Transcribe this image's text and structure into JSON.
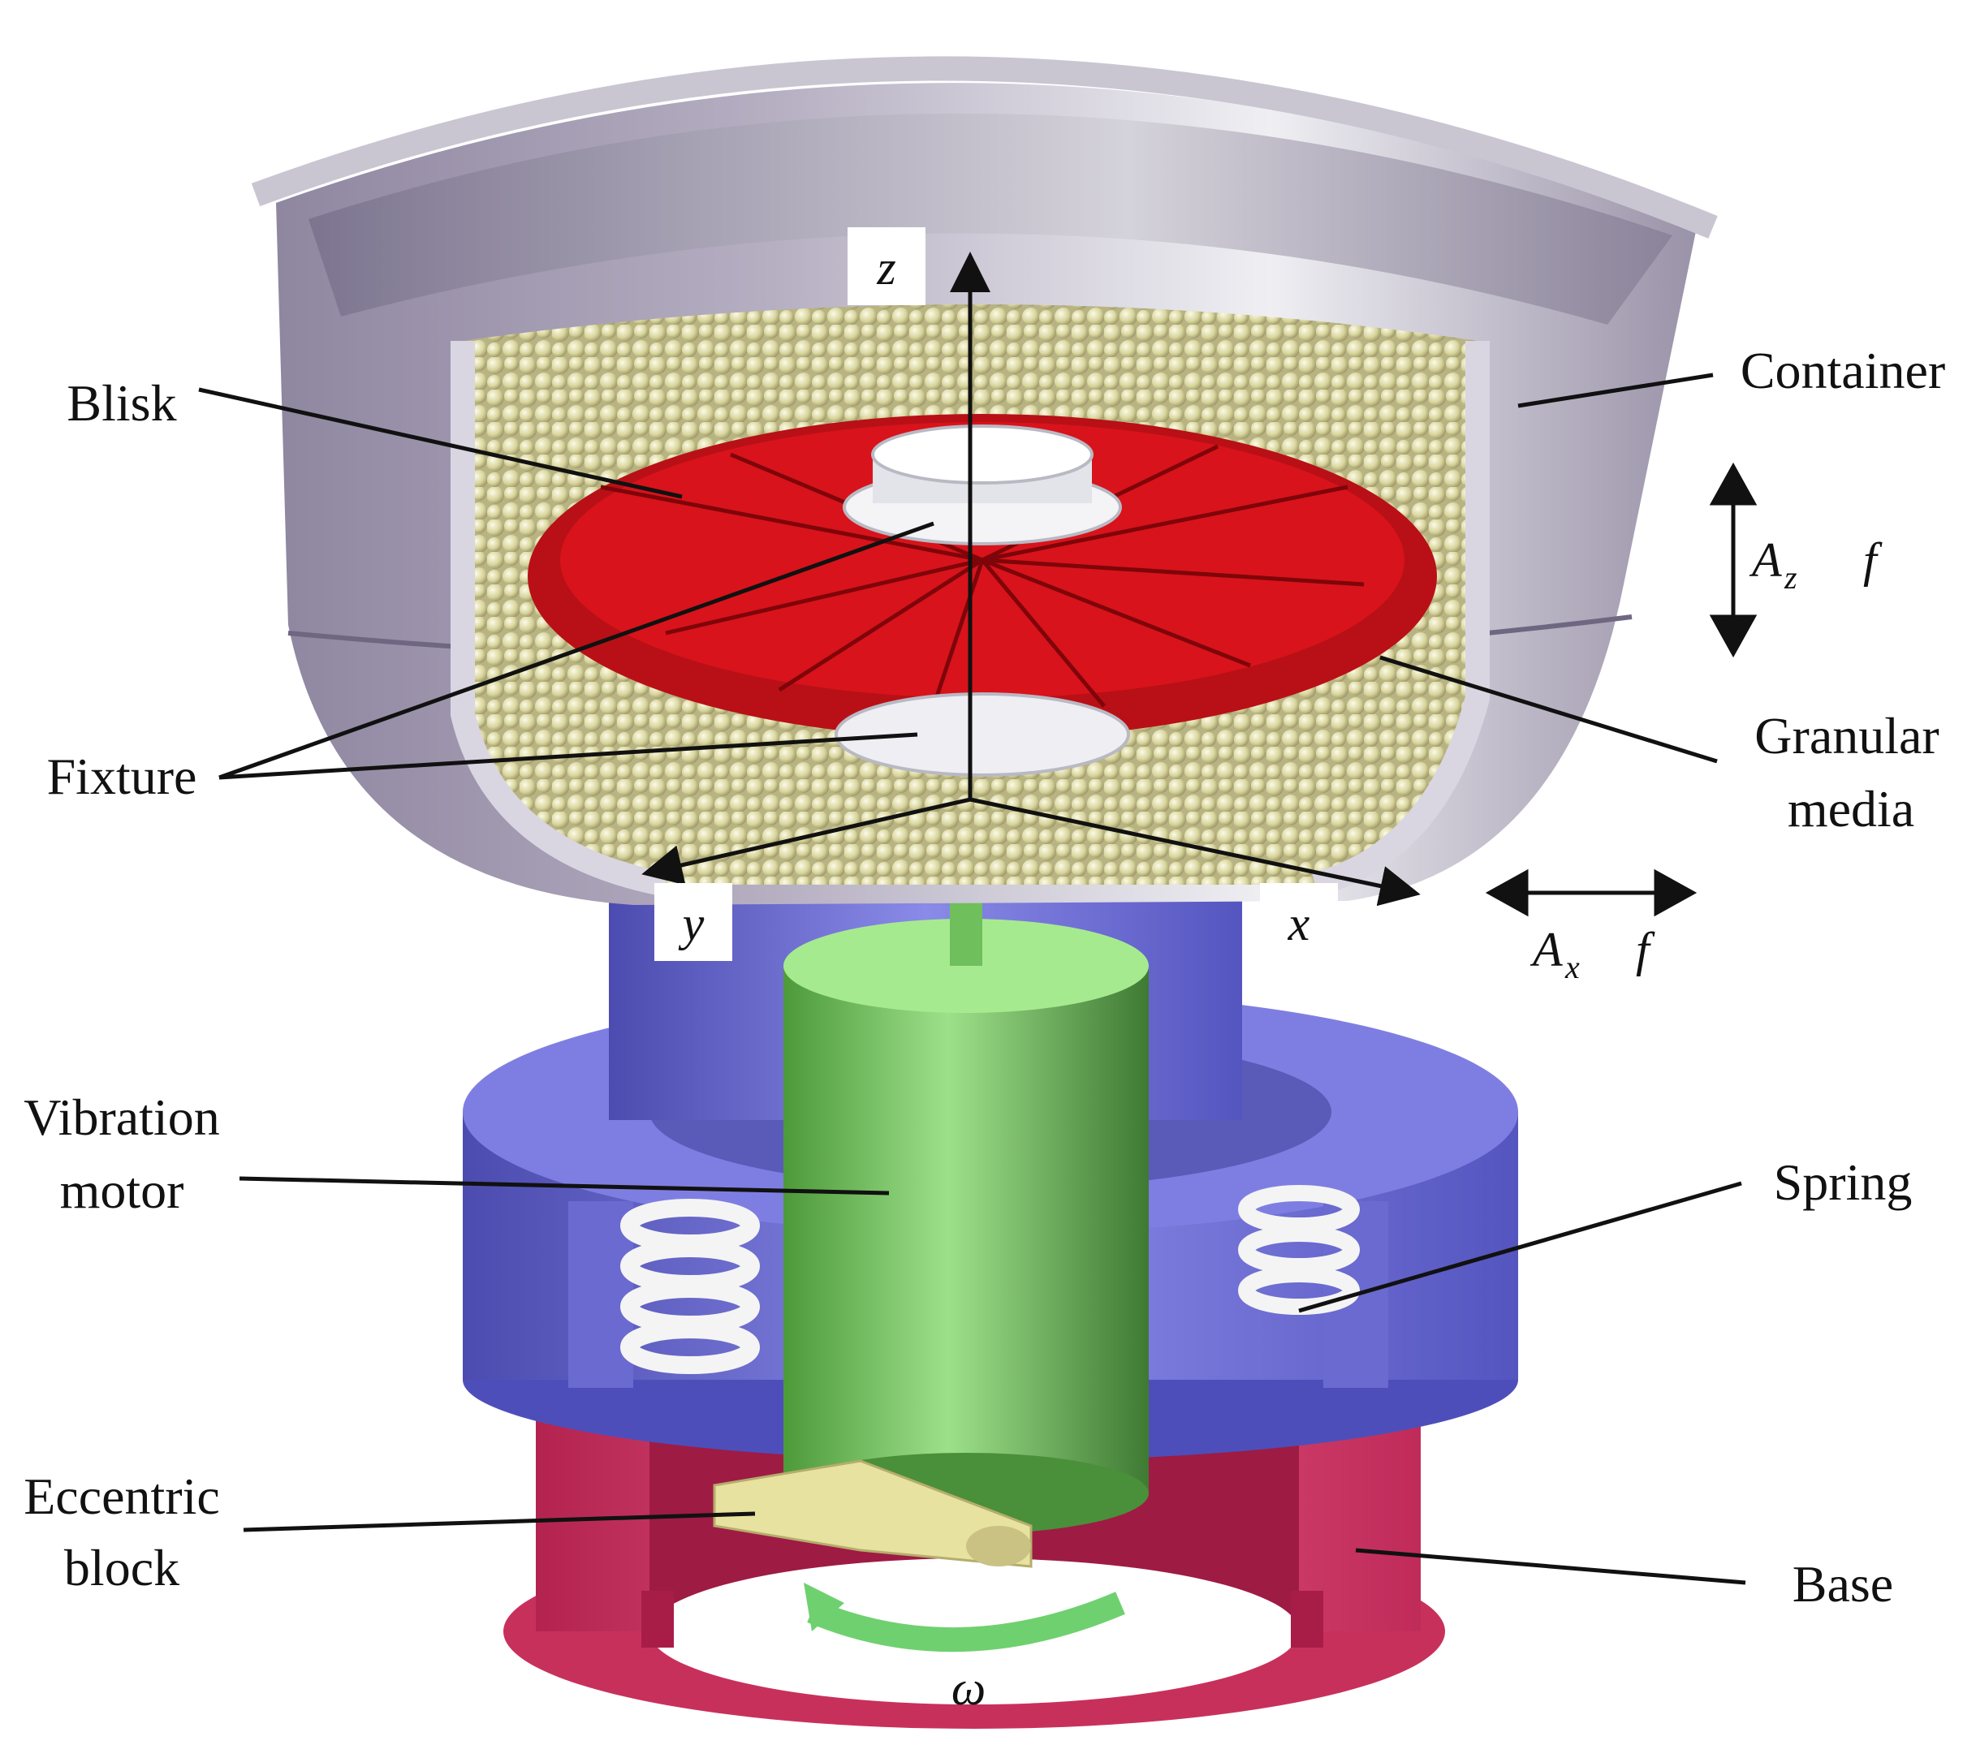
{
  "labels": {
    "blisk": "Blisk",
    "container": "Container",
    "fixture": "Fixture",
    "granular_1": "Granular",
    "granular_2": "media",
    "vibration_1": "Vibration",
    "vibration_2": "motor",
    "spring": "Spring",
    "eccentric_1": "Eccentric",
    "eccentric_2": "block",
    "base": "Base"
  },
  "axes": {
    "z": "z",
    "y": "y",
    "x": "x"
  },
  "motion": {
    "vertical_amp": "A",
    "vertical_amp_sub": "z",
    "vertical_freq": "f",
    "horizontal_amp": "A",
    "horizontal_amp_sub": "x",
    "horizontal_freq": "f",
    "rotation": "ω"
  },
  "colors": {
    "container": "#9a90aa",
    "media": "#dcd9a6",
    "blisk": "#d8131b",
    "fixture": "#e9e9ee",
    "motor": "#5fa84a",
    "support": "#6f6fd6",
    "base": "#d33a68",
    "spring": "#f2f2f2",
    "eccentric": "#e8e2a0"
  }
}
